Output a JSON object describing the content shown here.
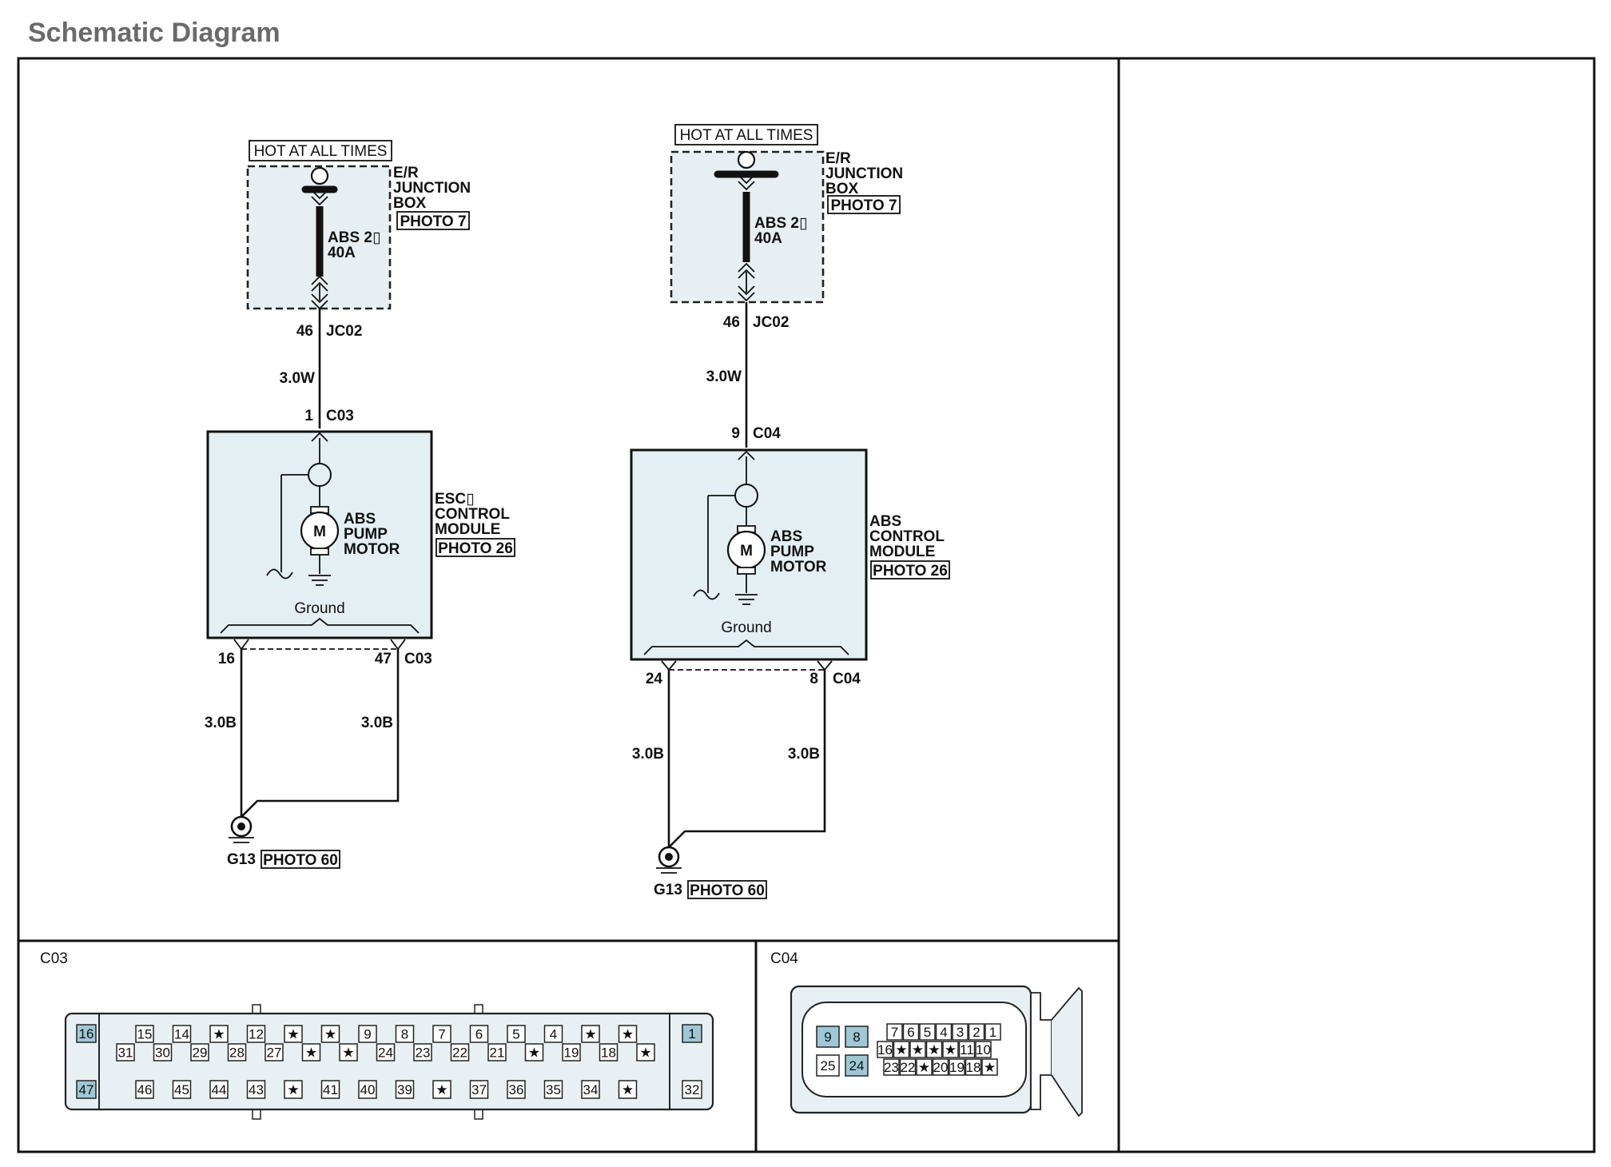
{
  "title": "Schematic Diagram",
  "left_circuit": {
    "power_label": "HOT AT ALL TIMES",
    "junction_box": {
      "line1": "E/R",
      "line2": "JUNCTION",
      "line3": "BOX",
      "photo": "PHOTO 7"
    },
    "fuse": {
      "name": "ABS 2▯",
      "rating": "40A"
    },
    "jc_pin": "46",
    "jc_connector": "JC02",
    "supply_wire": "3.0W",
    "module_pin": "1",
    "module_connector": "C03",
    "module_name": {
      "line1": "ESC▯",
      "line2": "CONTROL",
      "line3": "MODULE",
      "photo": "PHOTO 26"
    },
    "motor": {
      "symbol": "M",
      "line1": "ABS",
      "line2": "PUMP",
      "line3": "MOTOR"
    },
    "ground_label": "Ground",
    "ground_pin_left": "16",
    "ground_pin_right": "47",
    "ground_connector": "C03",
    "ground_wire_left": "3.0B",
    "ground_wire_right": "3.0B",
    "ground_point": "G13",
    "ground_photo": "PHOTO 60"
  },
  "right_circuit": {
    "power_label": "HOT AT ALL TIMES",
    "junction_box": {
      "line1": "E/R",
      "line2": "JUNCTION",
      "line3": "BOX",
      "photo": "PHOTO 7"
    },
    "fuse": {
      "name": "ABS 2▯",
      "rating": "40A"
    },
    "jc_pin": "46",
    "jc_connector": "JC02",
    "supply_wire": "3.0W",
    "module_pin": "9",
    "module_connector": "C04",
    "module_name": {
      "line1": "ABS",
      "line2": "CONTROL",
      "line3": "MODULE",
      "photo": "PHOTO 26"
    },
    "motor": {
      "symbol": "M",
      "line1": "ABS",
      "line2": "PUMP",
      "line3": "MOTOR"
    },
    "ground_label": "Ground",
    "ground_pin_left": "24",
    "ground_pin_right": "8",
    "ground_connector": "C04",
    "ground_wire_left": "3.0B",
    "ground_wire_right": "3.0B",
    "ground_point": "G13",
    "ground_photo": "PHOTO 60"
  },
  "connector_c03": {
    "label": "C03",
    "top_row": [
      "15",
      "14",
      "★",
      "12",
      "★",
      "★",
      "9",
      "8",
      "7",
      "6",
      "5",
      "4",
      "★",
      "★"
    ],
    "mid_row": [
      "31",
      "30",
      "29",
      "28",
      "27",
      "★",
      "★",
      "24",
      "23",
      "22",
      "21",
      "★",
      "19",
      "18",
      "★"
    ],
    "bottom_row": [
      "46",
      "45",
      "44",
      "43",
      "★",
      "41",
      "40",
      "39",
      "★",
      "37",
      "36",
      "35",
      "34",
      "★"
    ],
    "corner_top_left": "16",
    "corner_bottom_left": "47",
    "corner_top_right": "1",
    "corner_bottom_right": "32"
  },
  "connector_c04": {
    "label": "C04",
    "big_top": [
      "9",
      "8"
    ],
    "big_bottom": [
      "25",
      "24"
    ],
    "row1": [
      "7",
      "6",
      "5",
      "4",
      "3",
      "2",
      "1"
    ],
    "row2": [
      "16",
      "★",
      "★",
      "★",
      "★",
      "11",
      "10"
    ],
    "row3": [
      "23",
      "22",
      "★",
      "20",
      "19",
      "18",
      "★"
    ]
  }
}
